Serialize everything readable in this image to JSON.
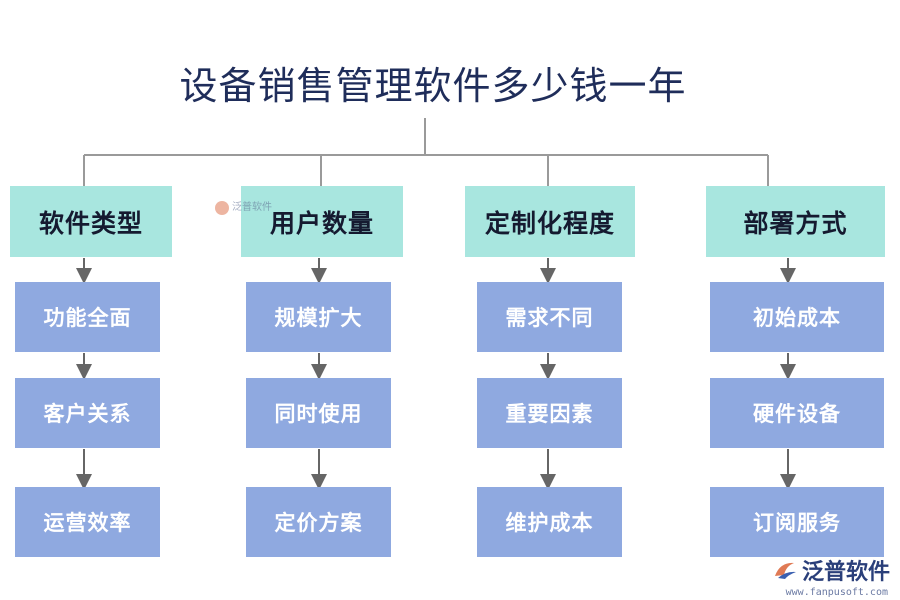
{
  "title": "设备销售管理软件多少钱一年",
  "colors": {
    "header_fill": "#a8e6df",
    "item_fill": "#8fa9e0",
    "connector": "#9a9a9a",
    "arrow": "#666666",
    "title_text": "#1f2d5a"
  },
  "columns": [
    {
      "header": "软件类型",
      "items": [
        "功能全面",
        "客户关系",
        "运营效率"
      ]
    },
    {
      "header": "用户数量",
      "items": [
        "规模扩大",
        "同时使用",
        "定价方案"
      ]
    },
    {
      "header": "定制化程度",
      "items": [
        "需求不同",
        "重要因素",
        "维护成本"
      ]
    },
    {
      "header": "部署方式",
      "items": [
        "初始成本",
        "硬件设备",
        "订阅服务"
      ]
    }
  ],
  "watermark": {
    "small_text": "泛普软件",
    "logo_text": "泛普软件",
    "logo_url": "www.fanpusoft.com"
  }
}
